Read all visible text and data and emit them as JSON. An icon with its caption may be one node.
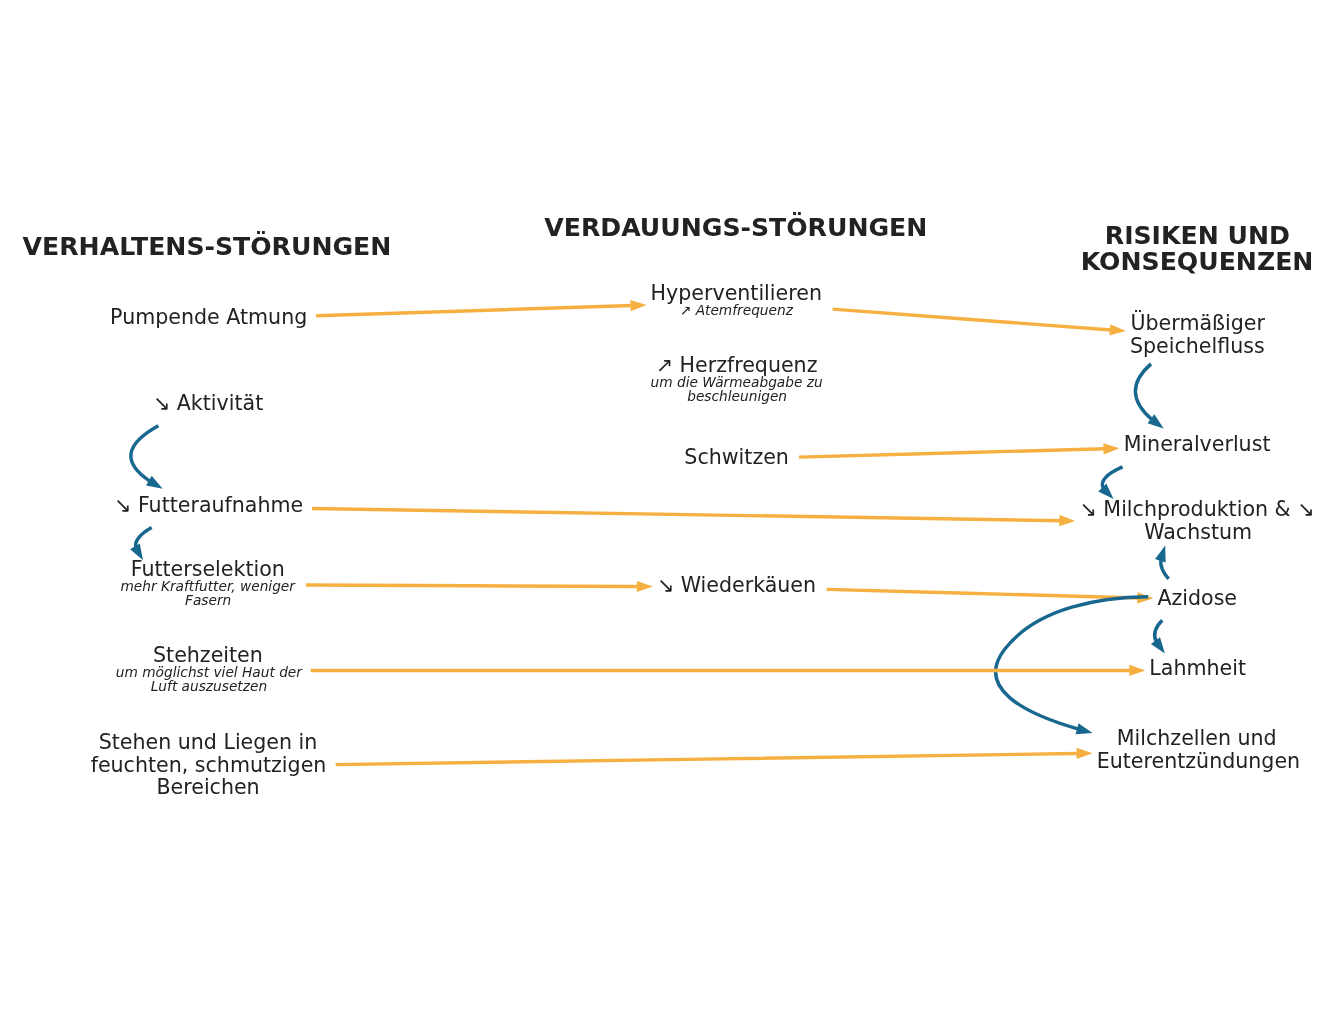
{
  "diagram": {
    "nodes": [
      {
        "text": [
          "Pumpende Atmung"
        ]
      },
      {
        "text": [
          "Hyperventilieren"
        ],
        "beside": [
          "↗ Atemfrequenz"
        ]
      },
      {
        "text": [
          "Übermäßiger Speichelfluss"
        ]
      },
      {
        "text": [
          "↗ Herzfrequenz"
        ],
        "beside": [
          "um die Wärmeabgabe zu beschleunigen"
        ]
      },
      {
        "text": [
          "↘ Aktivität"
        ]
      },
      {
        "text": [
          "Schwitzen"
        ]
      },
      {
        "text": [
          "Mineralverlust"
        ]
      },
      {
        "text": [
          "↘ Futteraufnahme"
        ]
      },
      {
        "text": [
          "↘ Milchproduktion & ↘ Wachstum"
        ]
      },
      {
        "text": [
          "Futterselektion"
        ],
        "beside": [
          "mehr Kraftfutter, weniger Fasern"
        ]
      },
      {
        "text": [
          "↘ Wiederkäuen"
        ]
      },
      {
        "text": [
          "Azidose"
        ]
      },
      {
        "text": [
          "Stehzeiten"
        ],
        "beside": [
          "um möglichst viel Haut der Luft auszusetzen"
        ]
      },
      {
        "text": [
          "Lahmheit"
        ]
      },
      {
        "text": [
          "Stehen und Liegen in feuchten, schmutzigen Bereichen"
        ]
      },
      {
        "text": [
          "Milchzellen und Euterentzündungen"
        ]
      }
    ],
    "edges": [
      {
        "from": 0,
        "to": 1,
        "arrow": "to"
      },
      {
        "from": 1,
        "to": 2,
        "arrow": "to"
      },
      {
        "from": 2,
        "to": 6,
        "arrow": "to",
        "color": "#17678f"
      },
      {
        "from": 5,
        "to": 6,
        "arrow": "to"
      },
      {
        "from": 4,
        "to": 7,
        "arrow": "to",
        "color": "#17678f"
      },
      {
        "from": 6,
        "to": 8,
        "arrow": "to",
        "color": "#17678f"
      },
      {
        "from": 7,
        "to": 8,
        "arrow": "to"
      },
      {
        "from": 7,
        "to": 9,
        "arrow": "to",
        "color": "#17678f"
      },
      {
        "from": 9,
        "to": 10,
        "arrow": "to"
      },
      {
        "from": 10,
        "to": 11,
        "arrow": "to"
      },
      {
        "from": 11,
        "to": 8,
        "arrow": "to",
        "color": "#17678f"
      },
      {
        "from": 11,
        "to": 13,
        "arrow": "to",
        "color": "#17678f"
      },
      {
        "from": 11,
        "to": 15,
        "arrow": "to",
        "color": "#17678f"
      },
      {
        "from": 12,
        "to": 13,
        "arrow": "to"
      },
      {
        "from": 14,
        "to": 15,
        "arrow": "to"
      }
    ],
    "labels": [
      "VERHALTENS-STÖRUNGEN",
      "VERDAUUNGS-STÖRUNGEN",
      "RISIKEN UND KONSEQUENZEN"
    ]
  }
}
